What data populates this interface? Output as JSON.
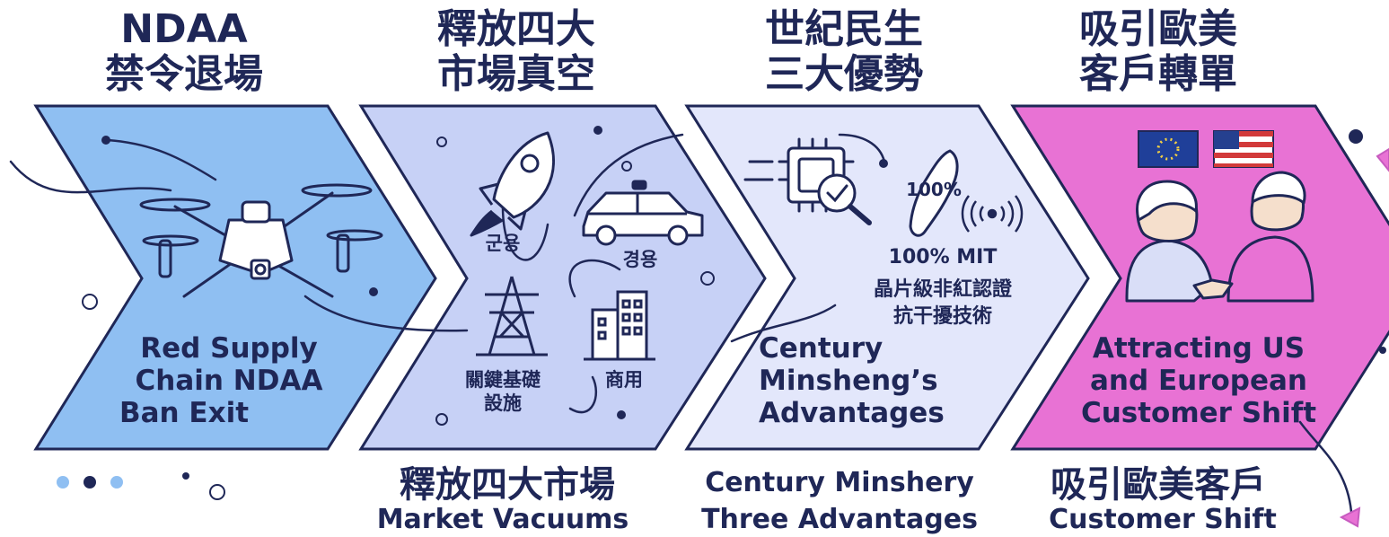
{
  "colors": {
    "ink": "#1f2757",
    "panel1": "#8fbff2",
    "panel2": "#c7d1f6",
    "panel3": "#e3e7fb",
    "panel4": "#e872d4",
    "accent": "#c75bbf"
  },
  "stages": [
    {
      "title": [
        "NDAA",
        "禁令退場"
      ],
      "body": [
        "Red Supply",
        "Chain NDAA",
        "Ban Exit"
      ],
      "icons": [
        "drone-icon"
      ]
    },
    {
      "title": [
        "釋放四大",
        "市場真空"
      ],
      "tags": {
        "military": "군용",
        "police": "경용",
        "infrastructure": [
          "關鍵基礎",
          "設施"
        ],
        "commercial": "商用"
      },
      "icons": [
        "rocket-icon",
        "police-car-icon",
        "power-tower-icon",
        "building-icon"
      ],
      "caption": [
        "釋放四大市場",
        "Market Vacuums"
      ]
    },
    {
      "title": [
        "世紀民生",
        "三大優勢"
      ],
      "map_label": "100%",
      "lines": [
        "100% MIT",
        "晶片級非紅認證",
        "抗干擾技術"
      ],
      "body": [
        "Century",
        "Minsheng’s",
        "Advantages"
      ],
      "icons": [
        "chip-magnifier-icon",
        "taiwan-map-icon",
        "signal-icon"
      ],
      "caption": [
        "Century Minshery",
        "Three Advantages"
      ]
    },
    {
      "title": [
        "吸引歐美",
        "客戶轉單"
      ],
      "body": [
        "Attracting US",
        "and European",
        "Customer Shift"
      ],
      "icons": [
        "eu-flag-icon",
        "us-flag-icon",
        "handshake-icon"
      ],
      "caption": [
        "吸引歐美客戶",
        "Customer Shift"
      ]
    }
  ]
}
